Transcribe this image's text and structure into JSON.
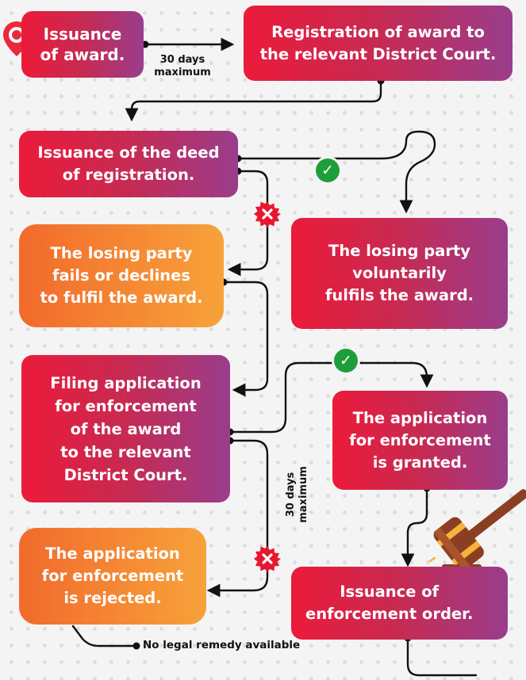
{
  "colors": {
    "red_start": "#ec1b3a",
    "purple_end": "#9a3d8c",
    "orange_start": "#f26a2c",
    "orange_end": "#f7a23a",
    "approve_green": "#1e9e3a",
    "reject_red": "#e8172f",
    "connector": "#111111"
  },
  "icons": {
    "start": "location-pin-icon",
    "approve": "check-icon",
    "reject": "x-icon",
    "court": "gavel-icon"
  },
  "steps": {
    "issuance_award": "Issuance\nof award.",
    "registration": "Registration of award to\nthe relevant District Court.",
    "deed": "Issuance of the deed\nof registration.",
    "fails": "The losing party\nfails or declines\nto fulfil the award.",
    "voluntary": "The losing party\nvoluntarily\nfulfils the award.",
    "filing": "Filing application\nfor enforcement\nof the award\nto the relevant\nDistrict Court.",
    "granted": "The application\nfor enforcement\nis granted.",
    "rejected": "The application\nfor enforcement\nis rejected.",
    "enforcement_order": "Issuance of\nenforcement order."
  },
  "labels": {
    "days_top": "30 days\nmaximum",
    "days_side": "30 days\nmaximum",
    "no_remedy": "No legal remedy available"
  },
  "badges": {
    "check": "✓"
  }
}
